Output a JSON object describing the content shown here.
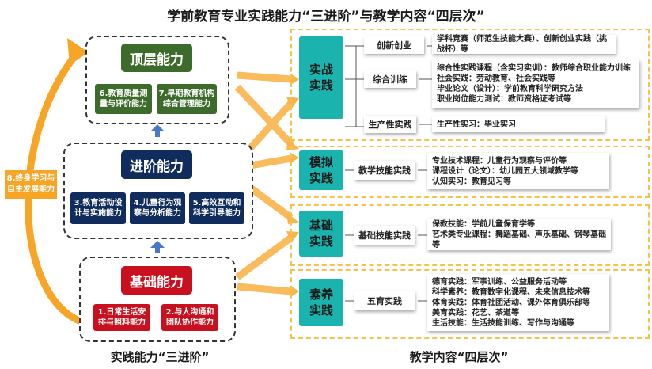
{
  "title": "学前教育专业实践能力“三进阶”与教学内容“四层次”",
  "left_label": "实践能力“三进阶”",
  "right_label": "教学内容“四层次”",
  "lifelong": "8.终身学习与自主发展能力",
  "levels": {
    "top": {
      "title": "顶层能力",
      "subs": [
        "6.教育质量测量与评价能力",
        "7.早期教育机构综合管理能力"
      ]
    },
    "mid": {
      "title": "进阶能力",
      "subs": [
        "3.教育活动设计与实施能力",
        "4.儿童行为观察与分析能力",
        "5.高效互动和科学引导能力"
      ]
    },
    "base": {
      "title": "基础能力",
      "subs": [
        "1.日常生活安排与照料能力",
        "2.与人沟通和团队协作能力"
      ]
    }
  },
  "layers": [
    {
      "name": "实战实践",
      "rows": [
        {
          "category": "创新创业",
          "items": [
            "学科竞赛（师范生技能大赛）、创新创业实践（挑战杯）等"
          ]
        },
        {
          "category": "综合训练",
          "items": [
            "综合性实践课程（含实习实训）：教师综合职业能力训练",
            "社会实践：劳动教育、社会实践等",
            "毕业论文（设计）：学前教育科学研究方法",
            "职业岗位能力测试：教师资格证考试等"
          ]
        },
        {
          "category": "生产性实践",
          "items": [
            "生产性实习：毕业实习"
          ]
        }
      ]
    },
    {
      "name": "模拟实践",
      "rows": [
        {
          "category": "教学技能实践",
          "items": [
            "专业技术课程：儿童行为观察与评价等",
            "课程设计（论文）：幼儿园五大领域教学等",
            "认知实习：教育见习等"
          ]
        }
      ]
    },
    {
      "name": "基础实践",
      "rows": [
        {
          "category": "基础技能实践",
          "items": [
            "保教技能：学前儿童保育学等",
            "艺术类专业课程：舞蹈基础、声乐基础、钢琴基础等"
          ]
        }
      ]
    },
    {
      "name": "素养实践",
      "rows": [
        {
          "category": "五育实践",
          "items": [
            "德育实践：军事训练、公益服务活动等",
            "科学素养：教育数字化课程、未来信息技术等",
            "体育实践：体育社团活动、课外体育俱乐部等",
            "美育实践：花艺、茶道等",
            "生活技能：生活技能训练、写作与沟通等"
          ]
        }
      ]
    }
  ],
  "colors": {
    "accent_orange": "#f7a527",
    "teal": "#1ab3ad",
    "green": "#3d6b2c",
    "navy": "#0f2c5c",
    "red": "#c8101e"
  }
}
